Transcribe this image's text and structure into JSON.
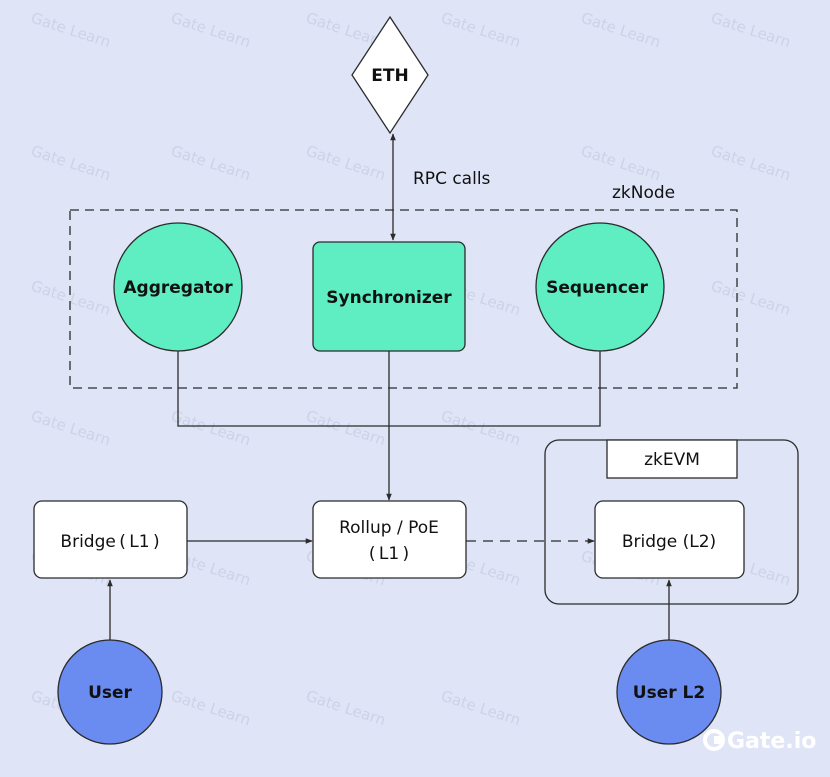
{
  "watermark": "Gate Learn",
  "logo": {
    "text": "Gate.io"
  },
  "colors": {
    "background": "#dfe5f7",
    "green_node": "#5eeec2",
    "blue_node": "#6a8cf0",
    "stroke": "#2b2b2b",
    "white_box": "#ffffff"
  },
  "nodes": {
    "eth": "ETH",
    "aggregator": "Aggregator",
    "synchronizer": "Synchronizer",
    "sequencer": "Sequencer",
    "bridge_l1": "Bridge ( L1 )",
    "rollup_line1": "Rollup / PoE",
    "rollup_line2": "( L1 )",
    "zkevm": "zkEVM",
    "bridge_l2": "Bridge (L2)",
    "user": "User",
    "user_l2": "User L2"
  },
  "labels": {
    "rpc_calls": "RPC calls",
    "zknode": "zkNode"
  }
}
